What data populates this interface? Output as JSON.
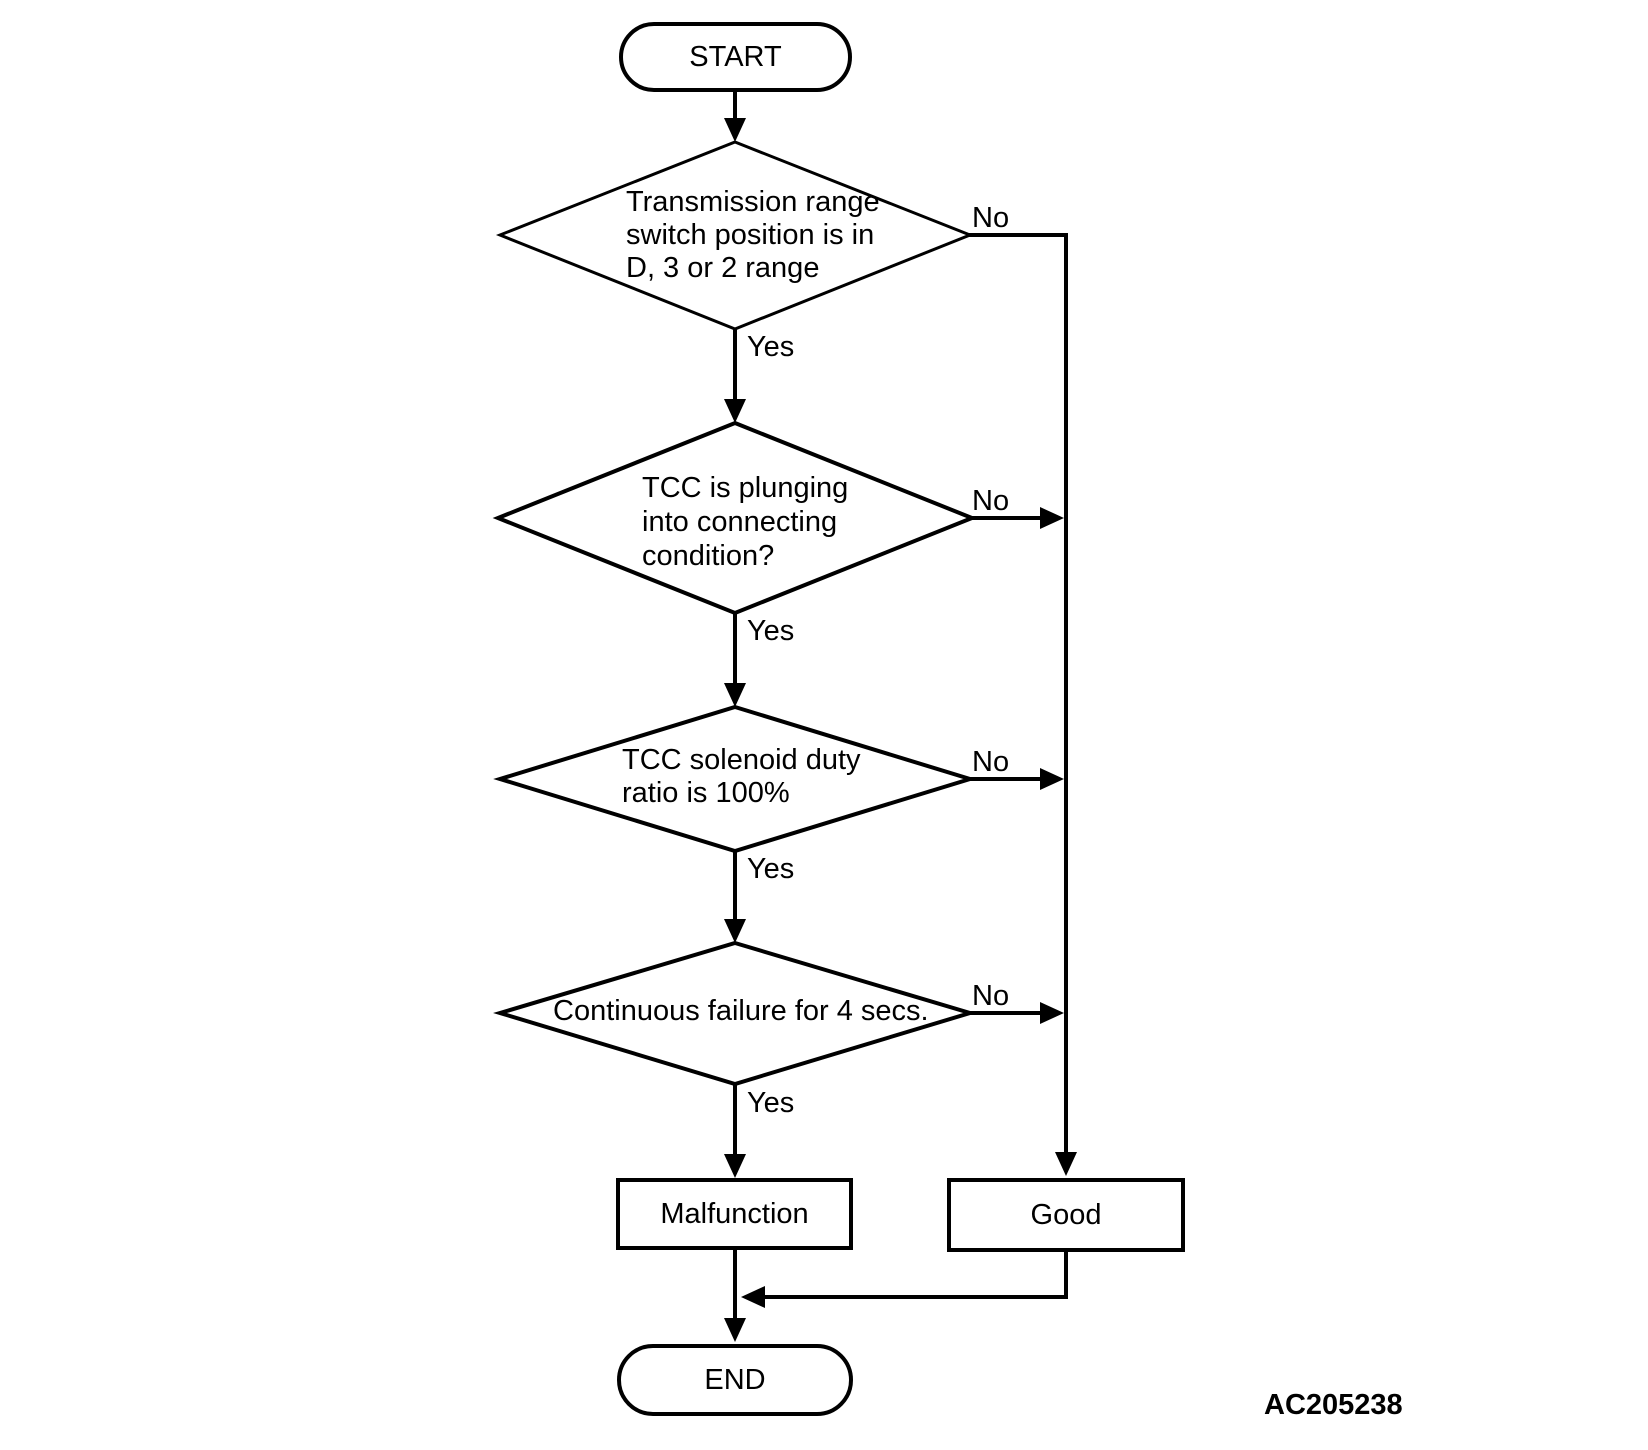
{
  "colors": {
    "ink": "#000000",
    "background": "#ffffff"
  },
  "nodes": {
    "start": {
      "label": "START"
    },
    "d1": {
      "lines": [
        "Transmission range",
        "switch position is in",
        "D, 3 or 2 range"
      ]
    },
    "d2": {
      "lines": [
        "TCC is plunging",
        "into connecting",
        "condition?"
      ]
    },
    "d3": {
      "lines": [
        "TCC solenoid duty",
        "ratio is 100%"
      ]
    },
    "d4": {
      "lines": [
        "Continuous failure for 4 secs."
      ]
    },
    "malfunction": {
      "label": "Malfunction"
    },
    "good": {
      "label": "Good"
    },
    "end": {
      "label": "END"
    }
  },
  "labels": {
    "yes": "Yes",
    "no": "No"
  },
  "figure_code": "AC205238"
}
